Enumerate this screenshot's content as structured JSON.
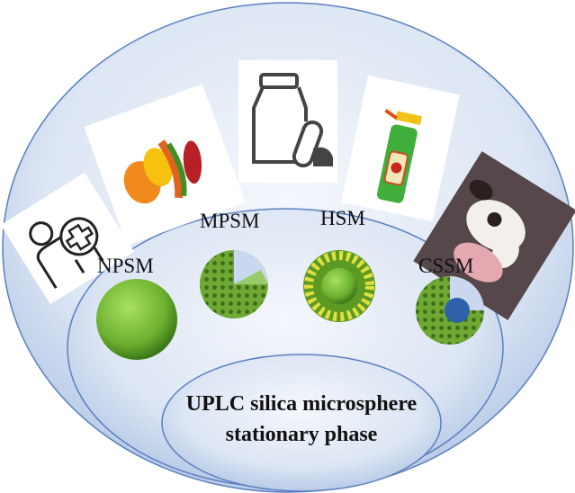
{
  "title_lines": [
    "UPLC silica microsphere",
    "stationary phase"
  ],
  "microspheres": [
    {
      "label": "NPSM"
    },
    {
      "label": "MPSM"
    },
    {
      "label": "HSM"
    },
    {
      "label": "CSSM"
    }
  ],
  "applications": [
    {
      "icon": "clinical-patient-icon"
    },
    {
      "icon": "vegetables-icon"
    },
    {
      "icon": "medicine-bottle-pill-icon"
    },
    {
      "icon": "pesticide-spray-icon"
    },
    {
      "icon": "livestock-animals-icon"
    }
  ],
  "colors": {
    "ring_fill": "#c9d8ee",
    "ring_stroke": "#5b7fc0",
    "sphere_green": "#7cc040"
  }
}
